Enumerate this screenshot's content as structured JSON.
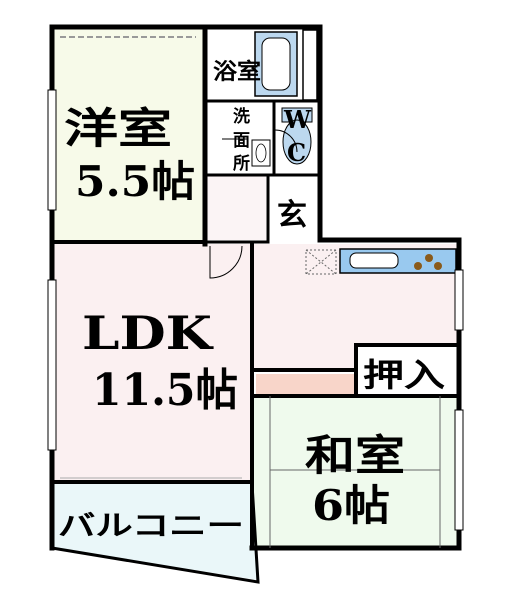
{
  "rooms": {
    "western_room": {
      "name": "洋室",
      "size": "5.5帖",
      "color": "#f7fae9"
    },
    "bath": {
      "name": "浴室",
      "color": "#ffffff"
    },
    "washroom": {
      "chars": [
        "洗",
        "面",
        "所"
      ],
      "color": "#ffffff"
    },
    "wc": {
      "chars": [
        "W",
        "C"
      ],
      "color": "#ffffff"
    },
    "entrance": {
      "name": "玄",
      "color": "#ffffff"
    },
    "ldk": {
      "name": "LDK",
      "size": "11.5帖",
      "color": "#fbf0f1"
    },
    "closet": {
      "name": "押入",
      "color": "#ffffff"
    },
    "japanese_room": {
      "name": "和室",
      "size": "6帖",
      "color": "#effaed"
    },
    "balcony": {
      "name": "バルコニー",
      "color": "#eaf7f9"
    }
  },
  "colors": {
    "wall": "#000000",
    "kitchen_counter": "#99c9ef",
    "corridor_strip": "#f8d5c9",
    "fixture": "#bcd8ef",
    "burner": "#8a5a1a"
  }
}
